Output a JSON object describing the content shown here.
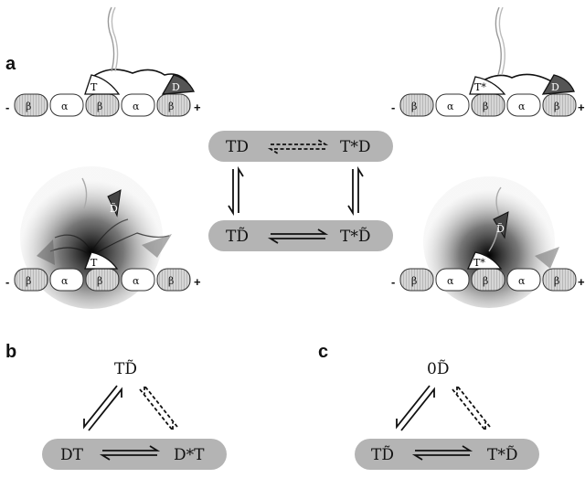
{
  "panels": {
    "a": "a",
    "b": "b",
    "c": "c"
  },
  "subunits": {
    "alpha": "α",
    "beta": "β",
    "minus": "-",
    "plus": "+"
  },
  "heads": {
    "T": "T",
    "T_star": "T*",
    "D": "D",
    "D_tilde": "D̃"
  },
  "scheme_a": {
    "top_left": "TD",
    "top_right": "T*D",
    "bottom_left": "TD̃",
    "bottom_right": "T*D̃"
  },
  "scheme_b": {
    "apex": "TD̃",
    "left": "DT",
    "right": "D*T"
  },
  "scheme_c": {
    "apex": "0D̃",
    "left": "TD̃",
    "right": "T*D̃"
  },
  "colors": {
    "pill": "#b4b4b4",
    "beta_subunit": "#d6d6d6",
    "dark_head": "#555555"
  }
}
